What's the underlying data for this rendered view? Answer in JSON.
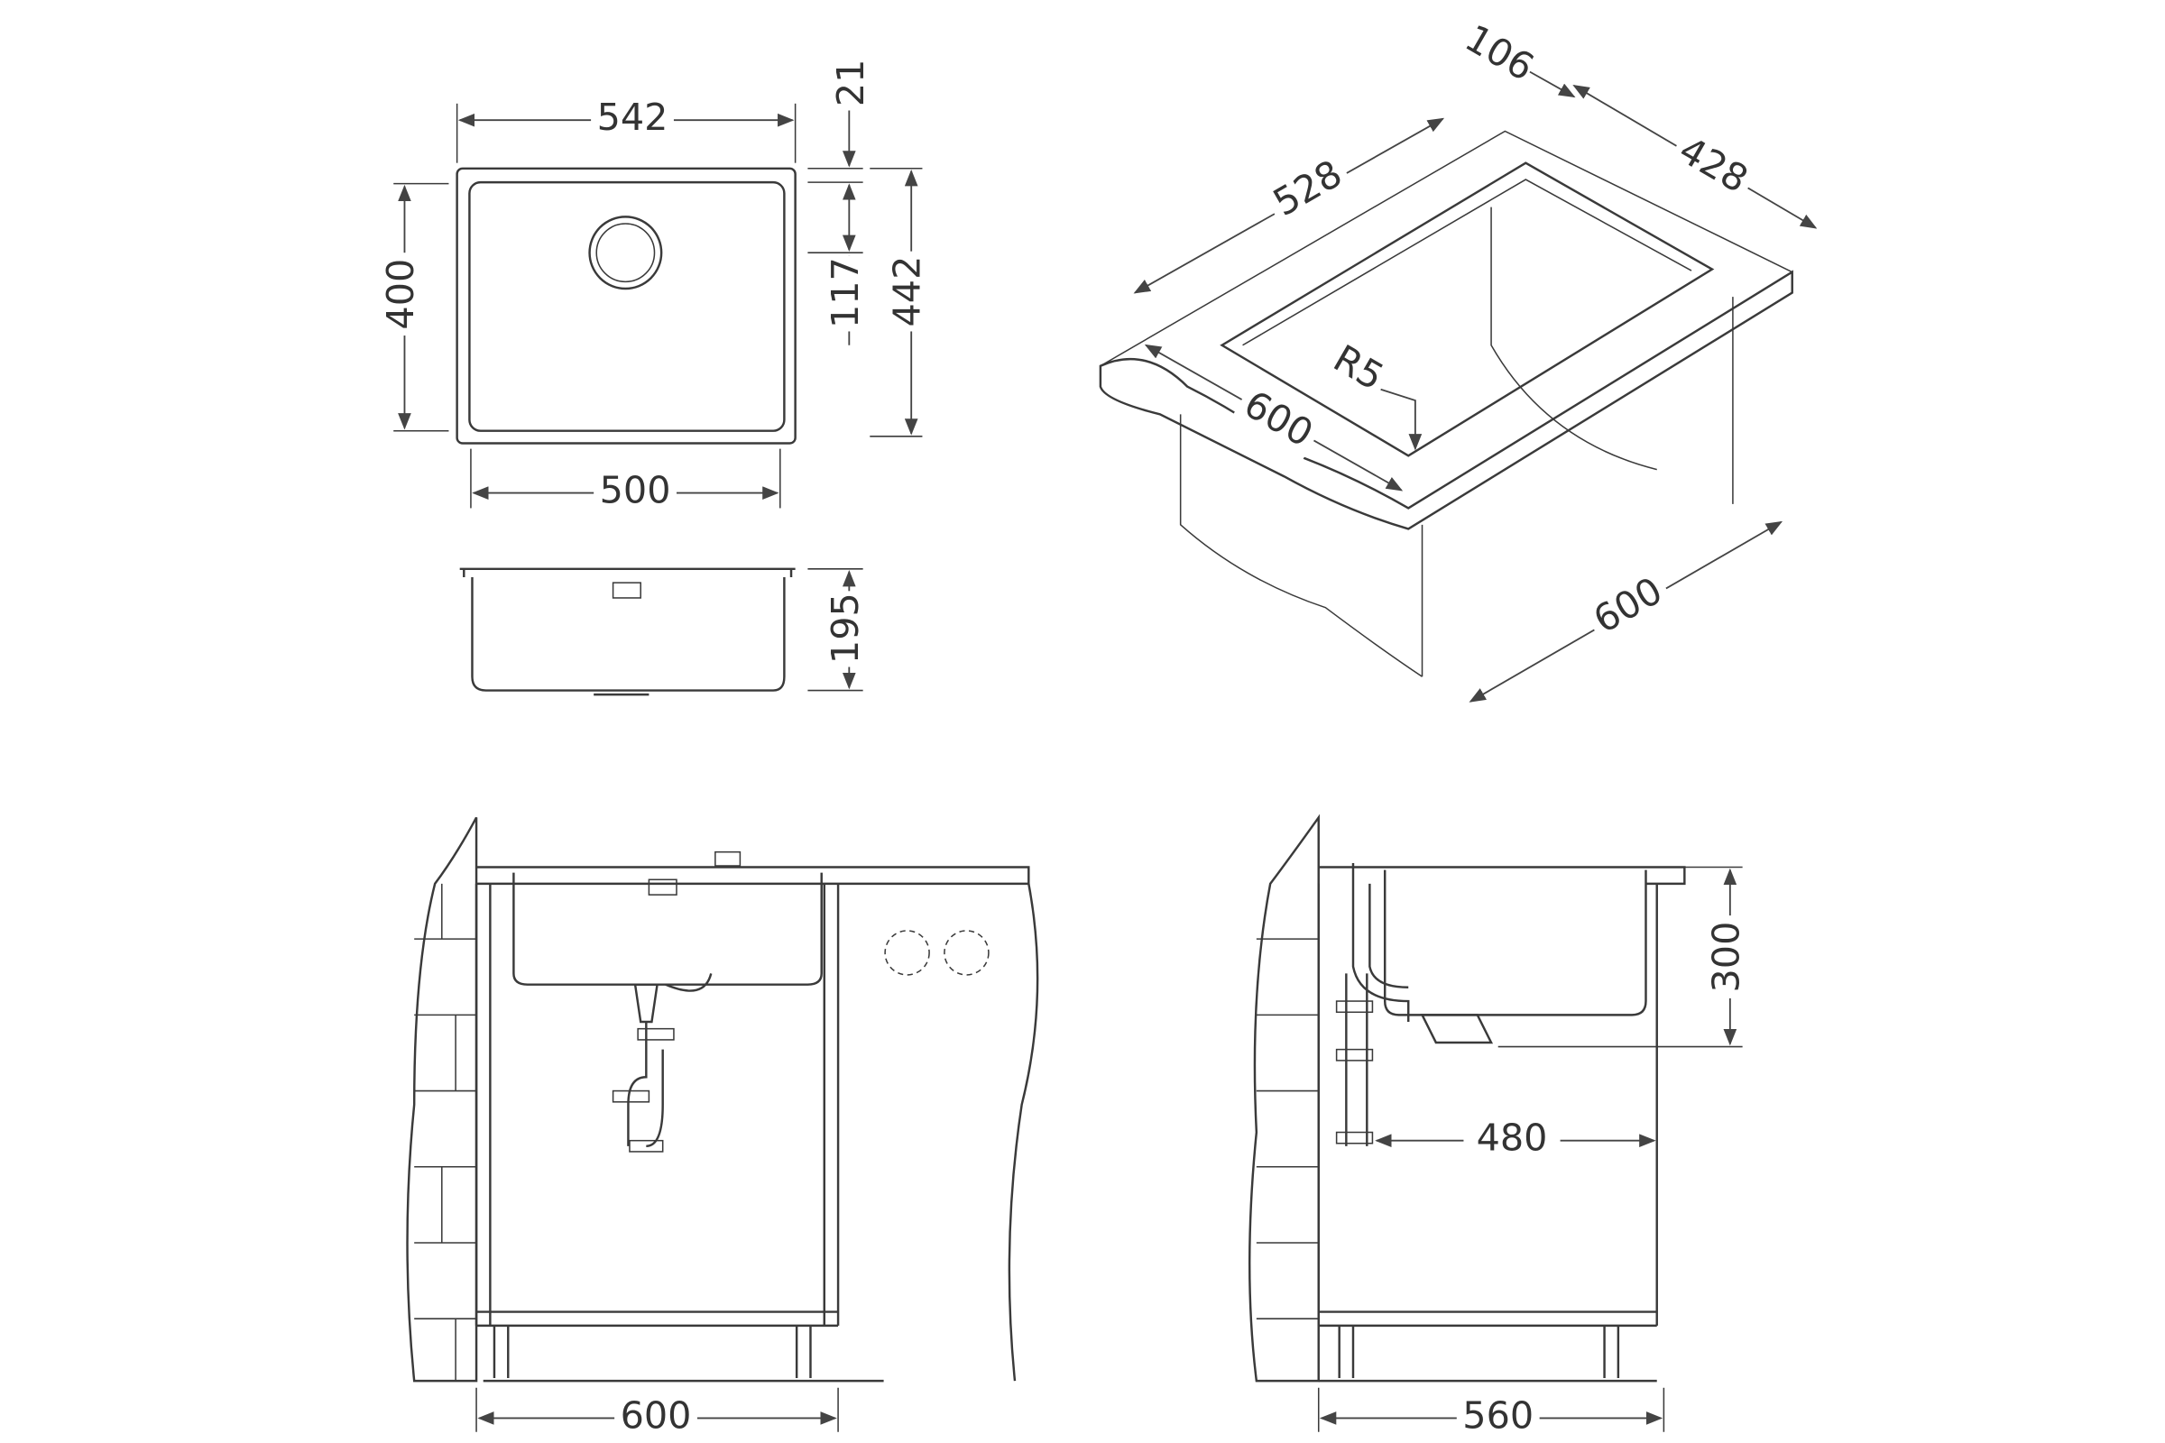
{
  "top_view": {
    "width_outer": "542",
    "width_inner": "500",
    "depth_inner": "400",
    "depth_outer": "442",
    "rim_offset": "21",
    "drain_offset": "117"
  },
  "section_view": {
    "bowl_depth": "195"
  },
  "iso_view": {
    "rim_width": "106",
    "bowl_length": "528",
    "bowl_depth": "428",
    "corner_radius": "R5",
    "counter_width": "600",
    "cabinet_depth": "600"
  },
  "front_install": {
    "cabinet_width": "600"
  },
  "side_install": {
    "install_height": "300",
    "drain_distance": "480",
    "cabinet_depth": "560"
  }
}
